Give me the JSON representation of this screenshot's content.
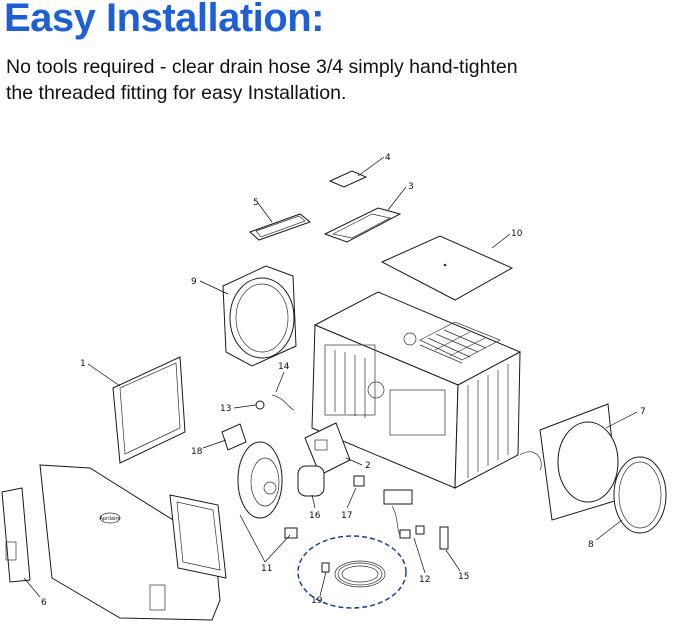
{
  "headline": {
    "text": "Easy Installation:",
    "color": "#1f5fd6"
  },
  "description": {
    "line1": "No tools required - clear drain hose 3/4 simply hand-tighten",
    "line2": "the threaded fitting for easy Installation."
  },
  "diagram": {
    "brand_badge": "Aprilaire",
    "labels": [
      "1",
      "2",
      "3",
      "4",
      "5",
      "6",
      "7",
      "8",
      "9",
      "10",
      "11",
      "12",
      "13",
      "14",
      "15",
      "16",
      "17",
      "18",
      "19"
    ],
    "highlight_color": "#1f3f8f"
  }
}
